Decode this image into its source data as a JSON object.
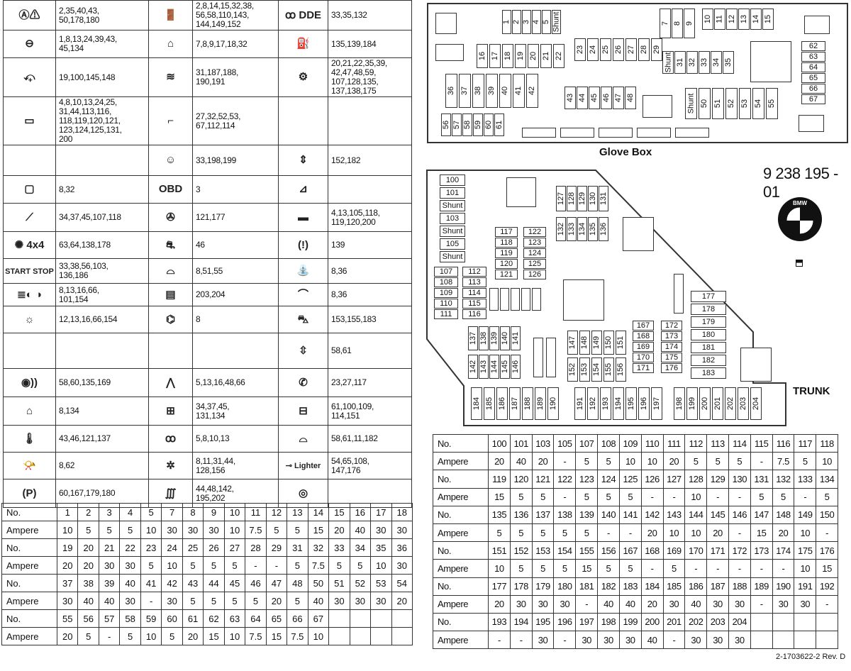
{
  "legend": {
    "rows": [
      [
        {
          "icon": "abs-brake-warning-icon",
          "glyph": "Ⓐ⚠",
          "val": "2,35,40,43,\n50,178,180"
        },
        {
          "icon": "door-icon",
          "glyph": "🚪",
          "val": "2,8,14,15,32,38,\n56,58,110,143,\n144,149,152"
        },
        {
          "icon": "dde-glow-plug-icon",
          "glyph": "ꝏ DDE",
          "val": "33,35,132"
        }
      ],
      [
        {
          "icon": "steering-wheel-icon",
          "glyph": "⊖",
          "val": "1,8,13,24,39,43,\n45,134"
        },
        {
          "icon": "door-rear-icon",
          "glyph": "⌂",
          "val": "7,8,9,17,18,32"
        },
        {
          "icon": "fuel-pump-icon",
          "glyph": "⛽",
          "val": "135,139,184"
        }
      ],
      [
        {
          "icon": "wiper-washer-icon",
          "glyph": "⤽",
          "val": "19,100,145,148"
        },
        {
          "icon": "seat-heating-icon",
          "glyph": "≋",
          "val": "31,187,188,\n190,191"
        },
        {
          "icon": "engine-check-icon",
          "glyph": "⚙",
          "val": "20,21,22,35,39,\n42,47,48,59,\n107,128,135,\n137,138,175"
        }
      ],
      [
        {
          "icon": "display-screen-icon",
          "glyph": "▭",
          "val": "4,8,10,13,24,25,\n31,44,113,116,\n118,119,120,121,\n123,124,125,131,\n200"
        },
        {
          "icon": "seat-icon",
          "glyph": "⌐",
          "val": "27,32,52,53,\n67,112,114"
        },
        {
          "icon": "",
          "glyph": "",
          "val": ""
        }
      ],
      [
        {
          "icon": "",
          "glyph": "",
          "val": ""
        },
        {
          "icon": "seatbelt-icon",
          "glyph": "☺",
          "val": "33,198,199"
        },
        {
          "icon": "car-level-icon",
          "glyph": "⇕",
          "val": "152,182"
        }
      ],
      [
        {
          "icon": "mirror-icon",
          "glyph": "▢",
          "val": "8,32"
        },
        {
          "icon": "obd-icon",
          "glyph": "OBD",
          "val": "3"
        },
        {
          "icon": "tow-hitch-icon",
          "glyph": "⊿",
          "val": ""
        }
      ],
      [
        {
          "icon": "shock-absorber-icon",
          "glyph": "⟋",
          "val": "34,37,45,107,118"
        },
        {
          "icon": "fan-icon",
          "glyph": "✇",
          "val": "121,177"
        },
        {
          "icon": "keypad-icon",
          "glyph": "▬",
          "val": "4,13,105,118,\n119,120,200"
        }
      ],
      [
        {
          "icon": "4x4-icon",
          "glyph": "✺ 4x4",
          "val": "63,64,138,178"
        },
        {
          "icon": "driver-assist-icon",
          "glyph": "⛐",
          "val": "46"
        },
        {
          "icon": "tire-pressure-icon",
          "glyph": "(!)",
          "val": "139"
        }
      ],
      [
        {
          "icon": "start-stop-icon",
          "glyph": "START STOP",
          "val": "33,38,56,103,\n136,186"
        },
        {
          "icon": "rear-wiper-icon",
          "glyph": "⌓",
          "val": "8,51,55"
        },
        {
          "icon": "windshield-washer-icon",
          "glyph": "⛲",
          "val": "8,36"
        }
      ],
      [
        {
          "icon": "headlight-icon",
          "glyph": "≣◐ ◑",
          "val": "8,13,16,66,\n101,154"
        },
        {
          "icon": "rear-defrost-icon",
          "glyph": "▤",
          "val": "203,204"
        },
        {
          "icon": "front-wiper-icon",
          "glyph": "⌒",
          "val": "8,36"
        }
      ],
      [
        {
          "icon": "light-bulb-icon",
          "glyph": "☼",
          "val": "12,13,16,66,154"
        },
        {
          "icon": "front-defrost-icon",
          "glyph": "⌬",
          "val": "8"
        },
        {
          "icon": "car-side-icon",
          "glyph": "⛍",
          "val": "153,155,183"
        }
      ],
      [
        {
          "icon": "",
          "glyph": "",
          "val": ""
        },
        {
          "icon": "",
          "glyph": "",
          "val": ""
        },
        {
          "icon": "tailgate-icon",
          "glyph": "⇳",
          "val": "58,61"
        }
      ],
      [
        {
          "icon": "remote-key-icon",
          "glyph": "◉))",
          "val": "58,60,135,169"
        },
        {
          "icon": "interior-light-icon",
          "glyph": "⋀",
          "val": "5,13,16,48,66"
        },
        {
          "icon": "telephone-icon",
          "glyph": "✆",
          "val": "23,27,117"
        }
      ],
      [
        {
          "icon": "garage-door-icon",
          "glyph": "⌂",
          "val": "8,134"
        },
        {
          "icon": "audio-system-icon",
          "glyph": "⊞",
          "val": "34,37,45,\n131,134"
        },
        {
          "icon": "navigation-icon",
          "glyph": "⊟",
          "val": "61,100,109,\n114,151"
        }
      ],
      [
        {
          "icon": "thermometer-icon",
          "glyph": "🌡",
          "val": "43,46,121,137"
        },
        {
          "icon": "parking-sensor-icon",
          "glyph": "ꝏ",
          "val": "5,8,10,13"
        },
        {
          "icon": "sunroof-icon",
          "glyph": "⌓",
          "val": "58,61,11,182"
        }
      ],
      [
        {
          "icon": "horn-icon",
          "glyph": "📯",
          "val": "8,62"
        },
        {
          "icon": "climate-icon",
          "glyph": "✲",
          "val": "8,11,31,44,\n128,156"
        },
        {
          "icon": "lighter-icon",
          "glyph": "⊸ Lighter",
          "val": "54,65,108,\n147,176"
        }
      ],
      [
        {
          "icon": "parking-brake-icon",
          "glyph": "(P)",
          "val": "60,167,179,180"
        },
        {
          "icon": "seat-heater-icon",
          "glyph": "∭",
          "val": "44,48,142,\n195,202"
        },
        {
          "icon": "speaker-icon",
          "glyph": "◎",
          "val": ""
        }
      ]
    ]
  },
  "left_table": {
    "no_label": "No.",
    "amp_label": "Ampere",
    "rows": [
      {
        "no": [
          "1",
          "2",
          "3",
          "4",
          "5",
          "7",
          "8",
          "9",
          "10",
          "11",
          "12",
          "13",
          "14",
          "15",
          "16",
          "17",
          "18"
        ],
        "amp": [
          "10",
          "5",
          "5",
          "5",
          "10",
          "30",
          "30",
          "30",
          "10",
          "7.5",
          "5",
          "5",
          "15",
          "20",
          "40",
          "30",
          "30"
        ]
      },
      {
        "no": [
          "19",
          "20",
          "21",
          "22",
          "23",
          "24",
          "25",
          "26",
          "27",
          "28",
          "29",
          "31",
          "32",
          "33",
          "34",
          "35",
          "36"
        ],
        "amp": [
          "20",
          "20",
          "30",
          "30",
          "5",
          "10",
          "5",
          "5",
          "5",
          "-",
          "-",
          "5",
          "7.5",
          "5",
          "5",
          "10",
          "30"
        ]
      },
      {
        "no": [
          "37",
          "38",
          "39",
          "40",
          "41",
          "42",
          "43",
          "44",
          "45",
          "46",
          "47",
          "48",
          "50",
          "51",
          "52",
          "53",
          "54"
        ],
        "amp": [
          "30",
          "40",
          "40",
          "30",
          "-",
          "30",
          "5",
          "5",
          "5",
          "5",
          "20",
          "5",
          "40",
          "30",
          "30",
          "30",
          "20"
        ]
      },
      {
        "no": [
          "55",
          "56",
          "57",
          "58",
          "59",
          "60",
          "61",
          "62",
          "63",
          "64",
          "65",
          "66",
          "67",
          "",
          "",
          "",
          ""
        ],
        "amp": [
          "20",
          "5",
          "-",
          "5",
          "10",
          "5",
          "20",
          "15",
          "10",
          "7.5",
          "15",
          "7.5",
          "10",
          "",
          "",
          "",
          ""
        ]
      }
    ]
  },
  "right_table": {
    "no_label": "No.",
    "amp_label": "Ampere",
    "rows": [
      {
        "no": [
          "100",
          "101",
          "103",
          "105",
          "107",
          "108",
          "109",
          "110",
          "111",
          "112",
          "113",
          "114",
          "115",
          "116",
          "117",
          "118"
        ],
        "amp": [
          "20",
          "40",
          "20",
          "-",
          "5",
          "5",
          "10",
          "10",
          "20",
          "5",
          "5",
          "5",
          "-",
          "7.5",
          "5",
          "10"
        ]
      },
      {
        "no": [
          "119",
          "120",
          "121",
          "122",
          "123",
          "124",
          "125",
          "126",
          "127",
          "128",
          "129",
          "130",
          "131",
          "132",
          "133",
          "134"
        ],
        "amp": [
          "15",
          "5",
          "5",
          "-",
          "5",
          "5",
          "5",
          "-",
          "-",
          "10",
          "-",
          "-",
          "5",
          "5",
          "-",
          "5"
        ]
      },
      {
        "no": [
          "135",
          "136",
          "137",
          "138",
          "139",
          "140",
          "141",
          "142",
          "143",
          "144",
          "145",
          "146",
          "147",
          "148",
          "149",
          "150"
        ],
        "amp": [
          "5",
          "5",
          "5",
          "5",
          "5",
          "-",
          "-",
          "20",
          "10",
          "10",
          "20",
          "-",
          "15",
          "20",
          "10",
          "-"
        ]
      },
      {
        "no": [
          "151",
          "152",
          "153",
          "154",
          "155",
          "156",
          "167",
          "168",
          "169",
          "170",
          "171",
          "172",
          "173",
          "174",
          "175",
          "176"
        ],
        "amp": [
          "10",
          "5",
          "5",
          "5",
          "15",
          "5",
          "5",
          "-",
          "5",
          "-",
          "-",
          "-",
          "-",
          "-",
          "10",
          "15"
        ]
      },
      {
        "no": [
          "177",
          "178",
          "179",
          "180",
          "181",
          "182",
          "183",
          "184",
          "185",
          "186",
          "187",
          "188",
          "189",
          "190",
          "191",
          "192"
        ],
        "amp": [
          "20",
          "30",
          "30",
          "30",
          "-",
          "40",
          "40",
          "20",
          "30",
          "40",
          "30",
          "30",
          "-",
          "30",
          "30",
          "-"
        ]
      },
      {
        "no": [
          "193",
          "194",
          "195",
          "196",
          "197",
          "198",
          "199",
          "200",
          "201",
          "202",
          "203",
          "204",
          "",
          "",
          "",
          ""
        ],
        "amp": [
          "-",
          "-",
          "30",
          "-",
          "30",
          "30",
          "30",
          "40",
          "-",
          "30",
          "30",
          "30",
          "",
          "",
          "",
          ""
        ]
      }
    ]
  },
  "glove_box": {
    "caption": "Glove Box",
    "top_row": [
      "1",
      "2",
      "3",
      "4",
      "5",
      "Shunt",
      "7",
      "8",
      "9",
      "10",
      "11",
      "12",
      "13",
      "14",
      "15"
    ],
    "row2a": [
      "16",
      "17",
      "18",
      "19",
      "20",
      "21",
      "22"
    ],
    "row2b": [
      "23",
      "24",
      "25",
      "26",
      "27",
      "28",
      "29"
    ],
    "row2c": [
      "Shunt",
      "31",
      "32",
      "33",
      "34",
      "35"
    ],
    "right_col": [
      "62",
      "63",
      "64",
      "65",
      "66",
      "67"
    ],
    "row3a": [
      "36",
      "37",
      "38",
      "39",
      "40",
      "41",
      "42"
    ],
    "row3b": [
      "43",
      "44",
      "45",
      "46",
      "47",
      "48"
    ],
    "row3c": [
      "Shunt",
      "50",
      "51",
      "52",
      "53",
      "54",
      "55"
    ],
    "bottom": [
      "56",
      "57",
      "58",
      "59",
      "60",
      "61"
    ]
  },
  "trunk": {
    "caption": "TRUNK",
    "part_number": "9 238 195 - 01",
    "logo_text": "BMW",
    "left_col": [
      "100",
      "101",
      "Shunt",
      "103",
      "Shunt",
      "105",
      "Shunt"
    ],
    "left_pairs": [
      [
        "107",
        "112"
      ],
      [
        "108",
        "113"
      ],
      [
        "109",
        "114"
      ],
      [
        "110",
        "115"
      ],
      [
        "111",
        "116"
      ]
    ],
    "mid_col": [
      [
        "117",
        "122"
      ],
      [
        "118",
        "123"
      ],
      [
        "119",
        "124"
      ],
      [
        "120",
        "125"
      ],
      [
        "121",
        "126"
      ]
    ],
    "top_v": [
      "127",
      "128",
      "129",
      "130",
      "131"
    ],
    "top_v2": [
      "132",
      "133",
      "134",
      "135",
      "136"
    ],
    "v_row1": [
      "137",
      "138",
      "139",
      "140",
      "141"
    ],
    "v_row2": [
      "142",
      "143",
      "144",
      "145",
      "146"
    ],
    "v_row3": [
      "147",
      "148",
      "149",
      "150",
      "151"
    ],
    "v_row4": [
      "152",
      "153",
      "154",
      "155",
      "156"
    ],
    "pairs2": [
      [
        "167",
        "172"
      ],
      [
        "168",
        "173"
      ],
      [
        "169",
        "174"
      ],
      [
        "170",
        "175"
      ],
      [
        "171",
        "176"
      ]
    ],
    "right_col": [
      "177",
      "178",
      "179",
      "180",
      "181",
      "182",
      "183"
    ],
    "bottom": [
      "184",
      "185",
      "186",
      "187",
      "188",
      "189",
      "190",
      "191",
      "192",
      "193",
      "194",
      "195",
      "196",
      "197",
      "198",
      "199",
      "200",
      "201",
      "202",
      "203",
      "204"
    ],
    "revision": "2-1703622-2 Rev. D"
  }
}
